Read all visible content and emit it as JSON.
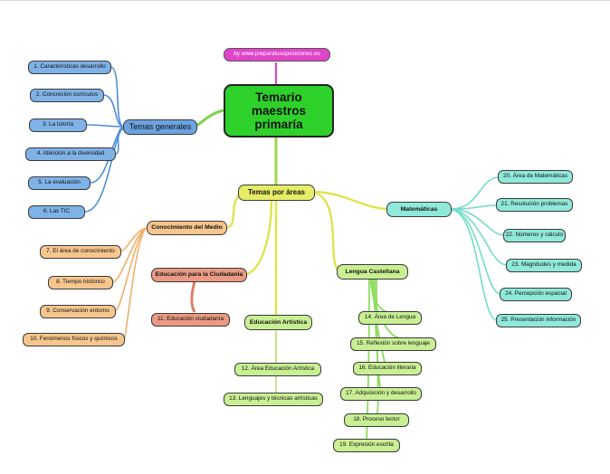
{
  "url": "by www.preparatusoposiciones.es",
  "root": {
    "title": "Temario maestros primaría"
  },
  "general": {
    "label": "Temas generales",
    "items": [
      "1. Características desarrollo",
      "2. Concreción curriculos",
      "3. La tutoría",
      "4. Atención a la diversidad",
      "5. La evaluación",
      "6. Las TIC"
    ]
  },
  "areas": {
    "label": "Temas por áreas"
  },
  "medio": {
    "label": "Conocimiento del Medio",
    "items": [
      "7. El área de conocimiento",
      "8. Tiempo histórico",
      "9. Conservación entorno",
      "10. Fenómenos físicos y químicos"
    ]
  },
  "ciudadania": {
    "label": "Educación para la Ciudadanía",
    "items": [
      "11. Educación ciudadanía"
    ]
  },
  "artistica": {
    "label": "Educación Artística",
    "items": [
      "12. Área Educación Artística",
      "13. Lenguajes y técnicas artísticas"
    ]
  },
  "lengua": {
    "label": "Lengua Castellana",
    "items": [
      "14. Área de Lengua",
      "15. Reflexión sobre lenguaje",
      "16. Educación literaria",
      "17. Adquisición y desarrollo",
      "18. Proceso lector",
      "19. Expresión escrita"
    ]
  },
  "matematicas": {
    "label": "Matemáticas",
    "items": [
      "20. Área de Matemáticas",
      "21. Resolución problemas",
      "22. Números y cálculo",
      "23. Magnitudes y medida",
      "24. Percepción espacial",
      "25. Presentación información"
    ]
  },
  "colors": {
    "root": "#2ed12a",
    "general": "#7fb2e7",
    "medio": "#f6c68e",
    "ciudadania": "#ea9a84",
    "artistica": "#c9ef94",
    "lengua": "#c9ef94",
    "matematicas": "#8fe9d9",
    "areas": "#e6ed67",
    "url": "#e045c9"
  }
}
